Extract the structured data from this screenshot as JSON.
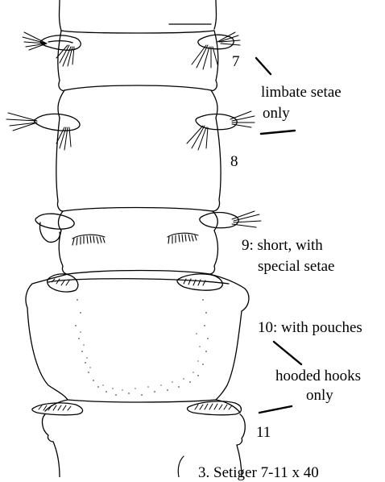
{
  "figure": {
    "segment_labels": {
      "seg7": "7",
      "seg8": "8",
      "seg9_line1": "9: short, with",
      "seg9_line2": "special setae",
      "seg10": "10: with pouches",
      "seg11": "11"
    },
    "annotations": {
      "limbate_line1": "limbate setae",
      "limbate_line2": "only",
      "hooded_line1": "hooded hooks",
      "hooded_line2": "only"
    },
    "caption": "3. Setiger 7-11 x 40"
  }
}
